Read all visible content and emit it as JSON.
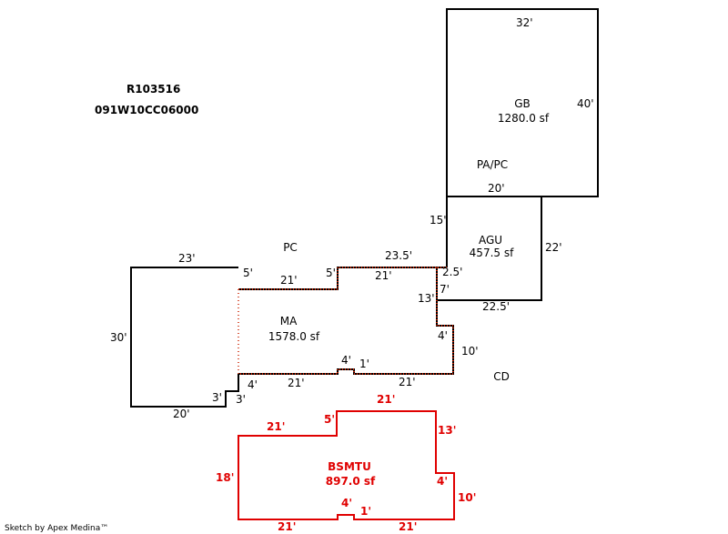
{
  "header": {
    "parcel_id": "R103516",
    "map_number": "091W10CC06000"
  },
  "areas": {
    "gb": {
      "code": "GB",
      "area": "1280.0 sf",
      "dims": [
        "32'",
        "40'",
        "20'"
      ]
    },
    "pa_pc": {
      "code": "PA/PC"
    },
    "agu": {
      "code": "AGU",
      "area": "457.5 sf",
      "dims": [
        "15'",
        "22'",
        "22.5'",
        "2.5'",
        "7'"
      ]
    },
    "pc": {
      "code": "PC",
      "dims": [
        "23'",
        "30'",
        "20'",
        "3'",
        "3'",
        "5'"
      ]
    },
    "ma": {
      "code": "MA",
      "area": "1578.0 sf",
      "dims": [
        "21'",
        "5'",
        "21'",
        "23.5'",
        "13'",
        "4'",
        "10'",
        "21'",
        "1'",
        "4'",
        "21'",
        "4'"
      ]
    },
    "cd": {
      "code": "CD"
    },
    "bsmtu": {
      "code": "BSMTU",
      "area": "897.0 sf",
      "dims": [
        "21'",
        "5'",
        "21'",
        "13'",
        "18'",
        "4'",
        "10'",
        "21'",
        "4'",
        "1'",
        "21'"
      ]
    }
  },
  "footer": {
    "credit": "Sketch by Apex Medina™"
  },
  "colors": {
    "outline": "#000000",
    "basement": "#e00000"
  }
}
